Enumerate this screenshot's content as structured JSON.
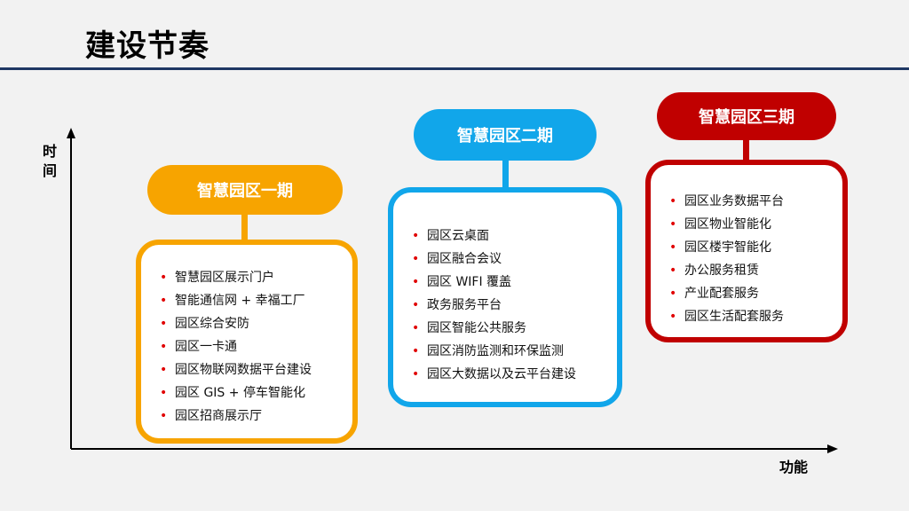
{
  "slide": {
    "title": "建设节奏"
  },
  "axes": {
    "y_label": "时间",
    "x_label": "功能"
  },
  "colors": {
    "phase1": "#f7a400",
    "phase2": "#11a6ea",
    "phase3": "#c00000",
    "bullet": "#e00000",
    "title_rule": "#1f3864"
  },
  "phases": [
    {
      "title": "智慧园区一期",
      "items": [
        "智慧园区展示门户",
        "智能通信网 + 幸福工厂",
        "园区综合安防",
        "园区一卡通",
        "园区物联网数据平台建设",
        "园区 GIS + 停车智能化",
        "园区招商展示厅"
      ]
    },
    {
      "title": "智慧园区二期",
      "items": [
        "园区云桌面",
        "园区融合会议",
        "园区 WIFI 覆盖",
        "政务服务平台",
        "园区智能公共服务",
        "园区消防监测和环保监测",
        "园区大数据以及云平台建设"
      ]
    },
    {
      "title": "智慧园区三期",
      "items": [
        "园区业务数据平台",
        "园区物业智能化",
        "园区楼宇智能化",
        "办公服务租赁",
        "产业配套服务",
        "园区生活配套服务"
      ]
    }
  ]
}
